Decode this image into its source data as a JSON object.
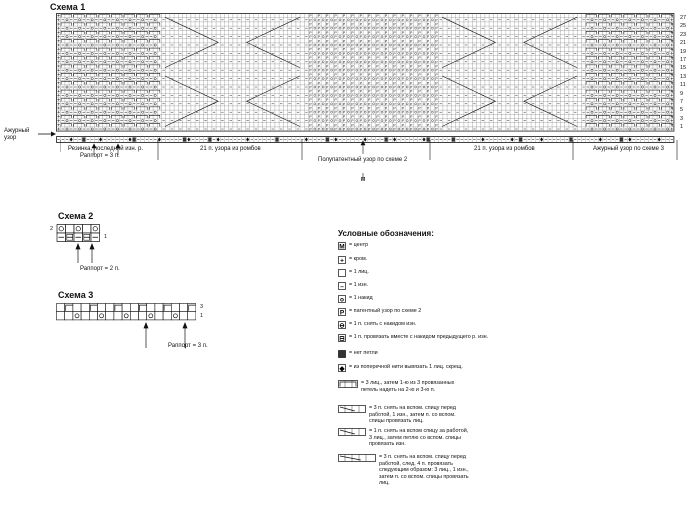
{
  "scheme1": {
    "title": "Схема 1",
    "row_numbers": [
      "27",
      "25",
      "23",
      "21",
      "19",
      "17",
      "15",
      "13",
      "11",
      "9",
      "7",
      "5",
      "3",
      "1"
    ],
    "side_label": "Ажурный узор",
    "sections": [
      {
        "label": "Резинка, последний изн. р.",
        "sub": "Раппорт = 3 п."
      },
      {
        "label": "21 п. узора из ромбов",
        "sub": ""
      },
      {
        "label": "Полупатентный узор по схеме 2",
        "sub": ""
      },
      {
        "label": "21 п. узора из ромбов",
        "sub": ""
      },
      {
        "label": "Ажурный узор по схеме 3",
        "sub": ""
      }
    ],
    "center_mark": "M"
  },
  "scheme2": {
    "title": "Схема 2",
    "row_left": "2",
    "row_right": "1",
    "repeat": "Раппорт = 2 п."
  },
  "scheme3": {
    "title": "Схема 3",
    "row_top": "3",
    "row_bottom": "1",
    "repeat": "Раппорт = 3 п."
  },
  "legend": {
    "title": "Условные обозначения:",
    "items": [
      {
        "sym": "M",
        "text": "= центр"
      },
      {
        "sym": "+",
        "text": "= кром."
      },
      {
        "sym": "",
        "text": "= 1 лиц."
      },
      {
        "sym": "–",
        "text": "= 1 изн."
      },
      {
        "sym": "o",
        "text": "= 1 накид"
      },
      {
        "sym": "P",
        "text": "= патентный узор по схеме 2"
      },
      {
        "sym": "⊖",
        "text": "= 1 п. снять с накидом изн."
      },
      {
        "sym": "⊟",
        "text": "= 1 п. провязать вместе с накидом предыдущего р. изн."
      },
      {
        "sym": "■",
        "text": "= нет петли"
      },
      {
        "sym": "◆",
        "text": "= из поперечной нити вывязать 1 лиц. скрещ."
      },
      {
        "sym": "∩",
        "text": "= 3 лиц., затем 1-ю из 3 провязанных петель надеть на 2-ю и 3-ю п."
      },
      {
        "sym": "⧹",
        "text": "= 3 п. снять на вспом. спицу перед работой, 1 изн., затем п. со вспом. спицы провязать лиц."
      },
      {
        "sym": "⧸",
        "text": "= 1 п. снять на вспом спицу за работой, 3 лиц., затем петлю со вспом. спицы провязать изн."
      },
      {
        "sym": "⋈",
        "text": "= 3 п. снять на вспом. спицу перед работой, след. 4 п. провязать следующим образом: 3 лиц., 1 изн., затем п. со вспом. спицы провязать лиц."
      }
    ]
  }
}
